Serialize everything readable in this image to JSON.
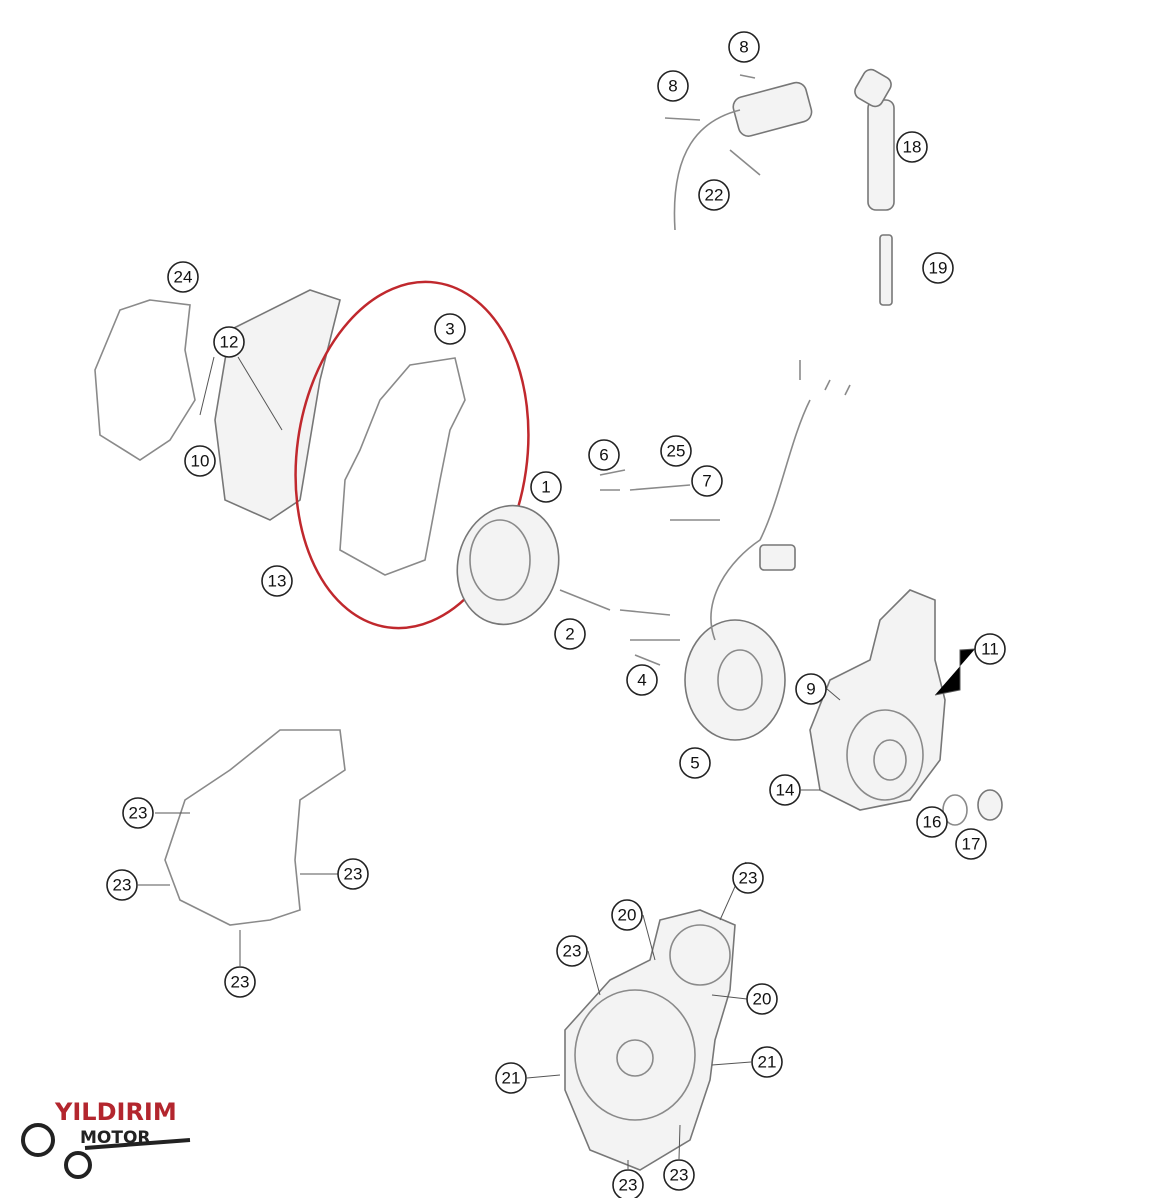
{
  "diagram": {
    "callouts": [
      "8",
      "8",
      "22",
      "18",
      "19",
      "24",
      "12",
      "3",
      "10",
      "13",
      "6",
      "25",
      "7",
      "1",
      "2",
      "4",
      "5",
      "11",
      "9",
      "14",
      "16",
      "17",
      "23",
      "23",
      "23",
      "23",
      "23",
      "20",
      "23",
      "20",
      "21",
      "21",
      "23",
      "23"
    ],
    "highlight_color": "#c0282d",
    "highlighted_part": "3"
  },
  "logo": {
    "line1": "YILDIRIM",
    "line2": "MOTOR"
  }
}
